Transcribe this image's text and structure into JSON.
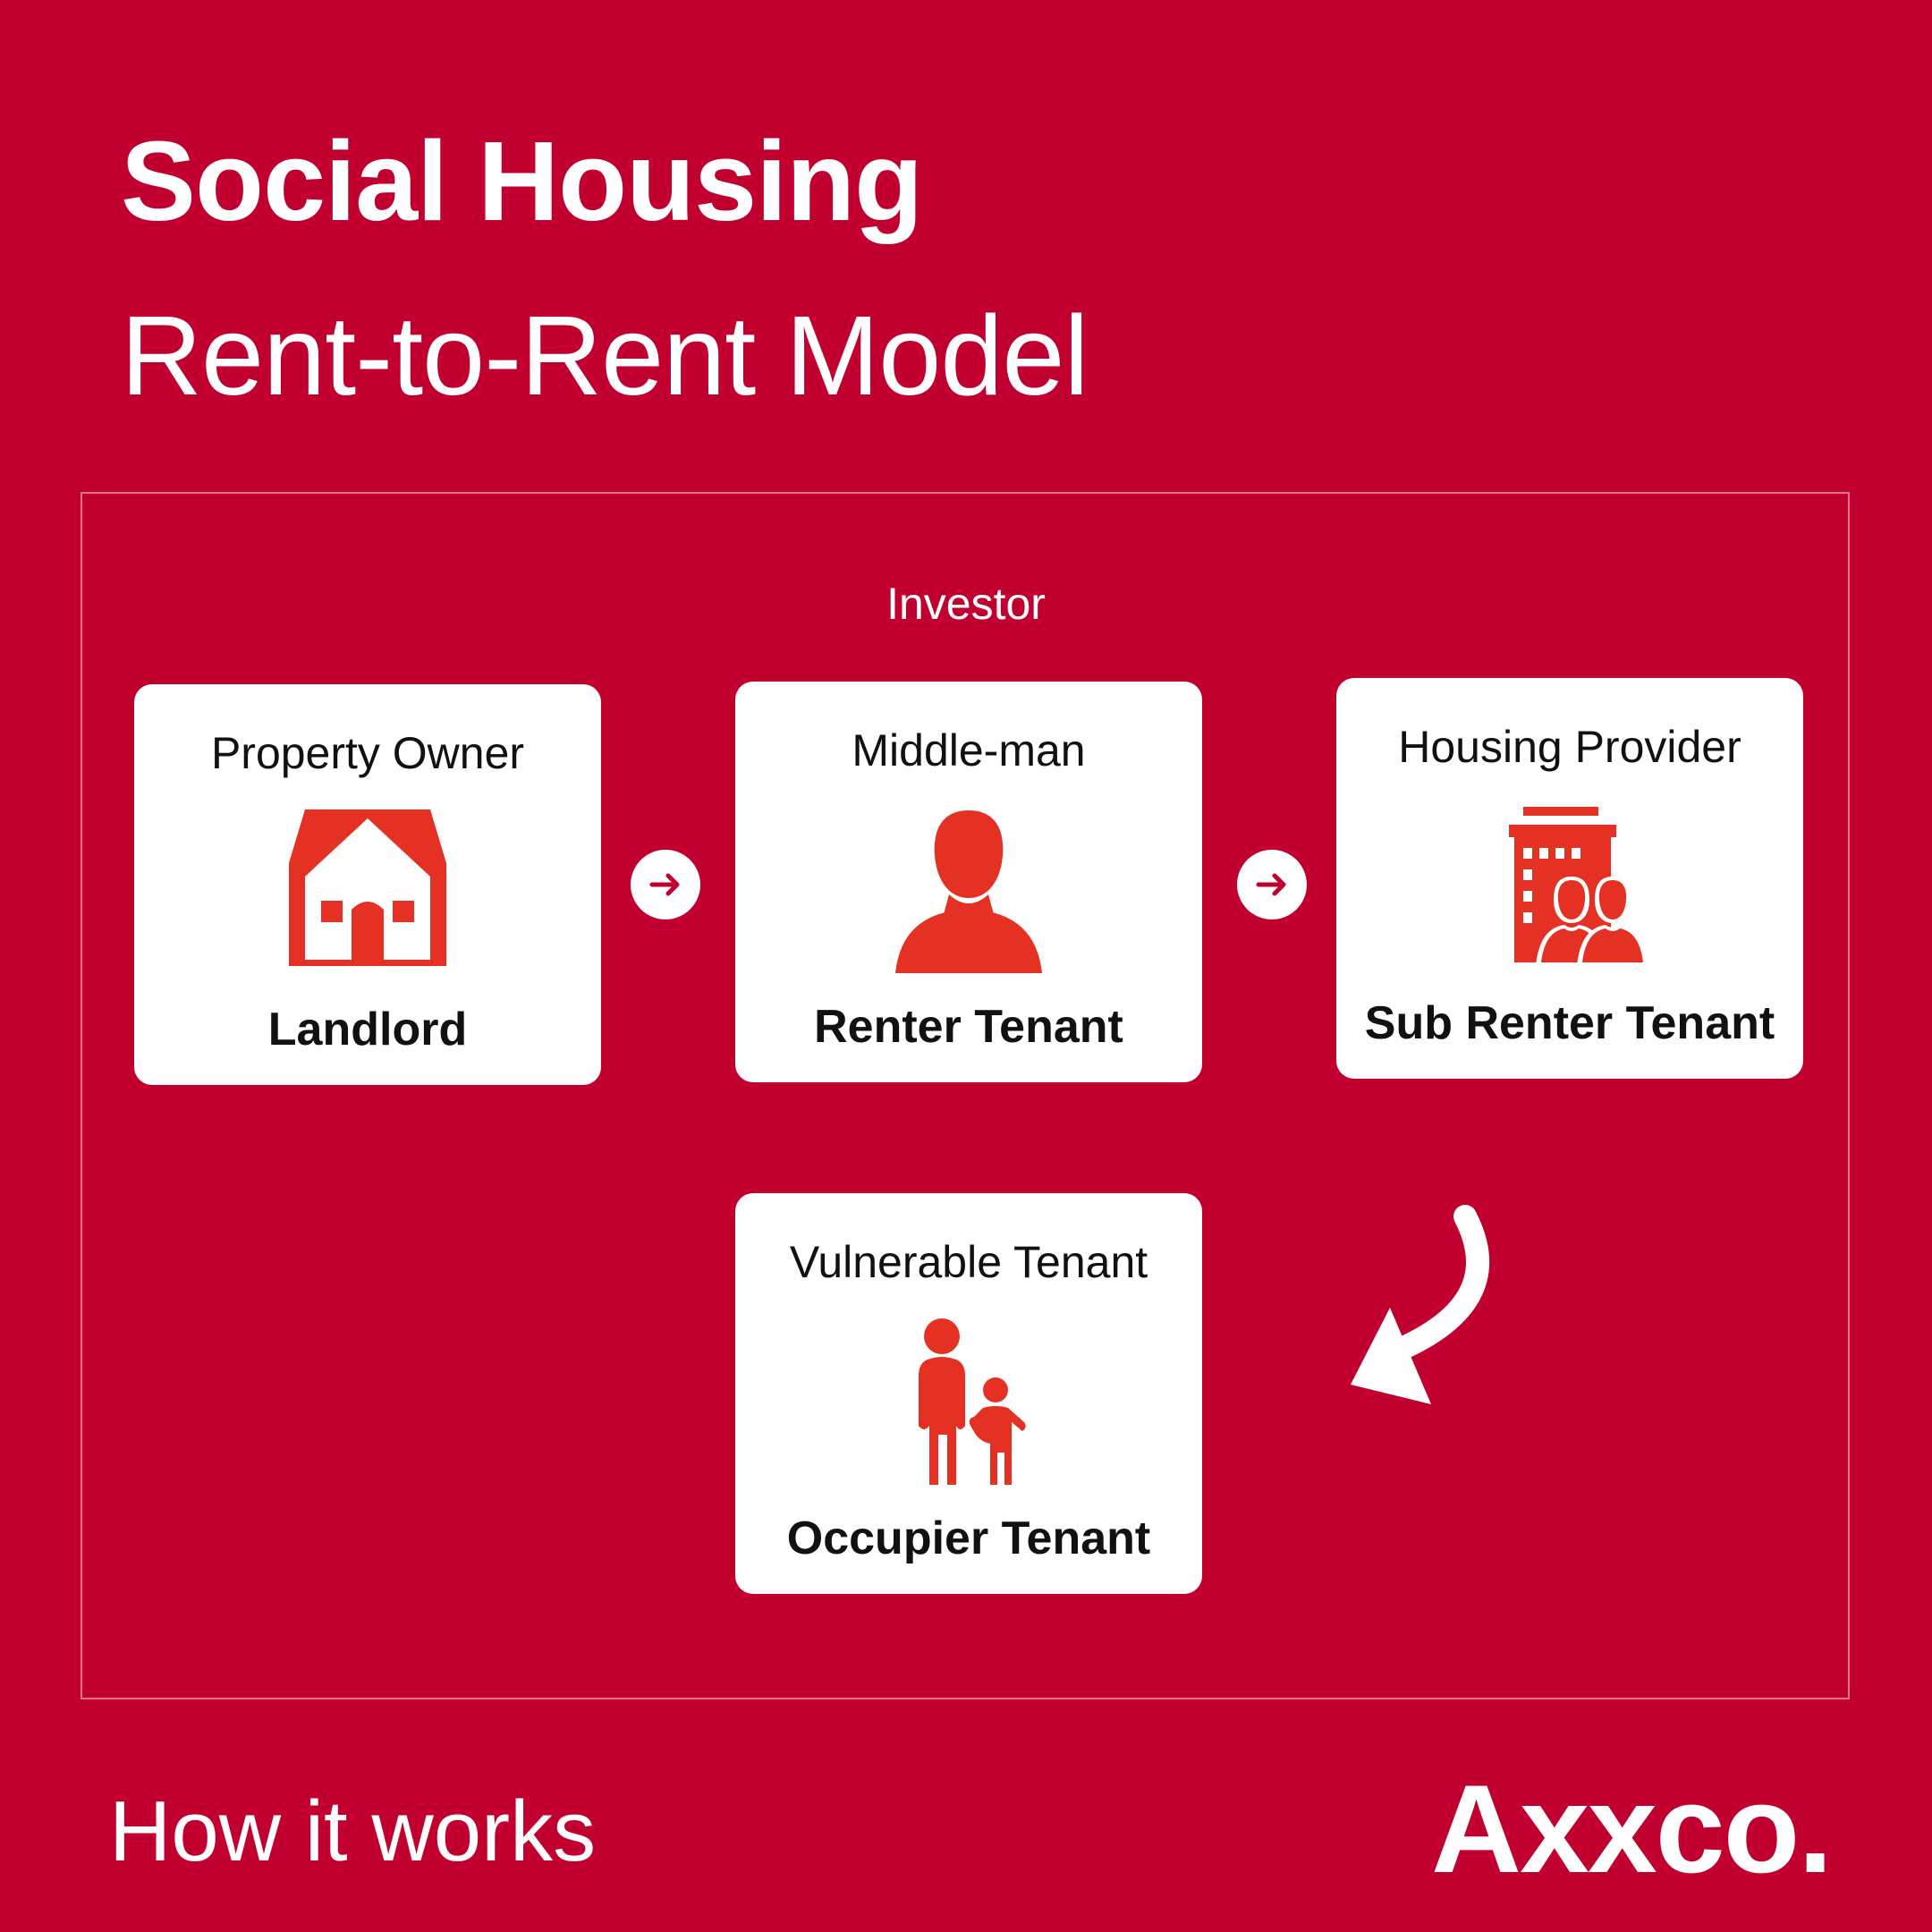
{
  "header": {
    "title": "Social Housing",
    "subtitle": "Rent-to-Rent Model"
  },
  "diagram": {
    "group_label": "Investor",
    "cards": [
      {
        "top_label": "Property Owner",
        "bottom_label": "Landlord",
        "icon": "house-icon"
      },
      {
        "top_label": "Middle-man",
        "bottom_label": "Renter Tenant",
        "icon": "person-icon"
      },
      {
        "top_label": "Housing Provider",
        "bottom_label": "Sub Renter Tenant",
        "icon": "building-people-icon"
      },
      {
        "top_label": "Vulnerable Tenant",
        "bottom_label": "Occupier Tenant",
        "icon": "parent-child-icon"
      }
    ]
  },
  "footer": {
    "tagline": "How it works",
    "brand": "Axxco."
  },
  "colors": {
    "background": "#c2002f",
    "icon": "#e53124",
    "card": "#ffffff",
    "text_dark": "#111111"
  }
}
